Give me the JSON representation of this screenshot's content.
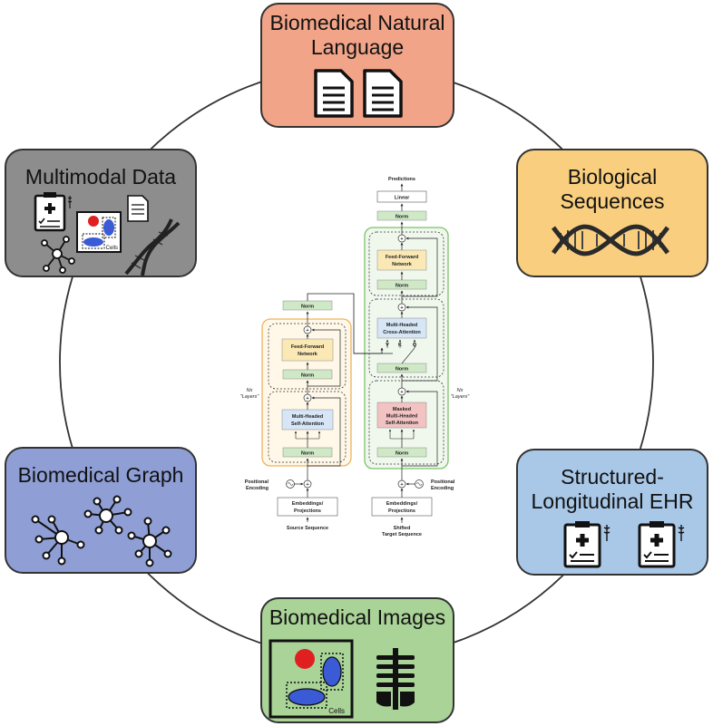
{
  "modalities": {
    "natural_language": {
      "title_line1": "Biomedical Natural",
      "title_line2": "Language",
      "color": "#f2a488"
    },
    "sequences": {
      "title_line1": "Biological",
      "title_line2": "Sequences",
      "color": "#f9cf7f"
    },
    "ehr": {
      "title_line1": "Structured-",
      "title_line2": "Longitudinal EHR",
      "color": "#a9c8e8"
    },
    "images": {
      "title": "Biomedical Images",
      "cells_label": "Cells",
      "color": "#a9d397"
    },
    "graph": {
      "title": "Biomedical Graph",
      "color": "#8f9fd6"
    },
    "multimodal": {
      "title": "Multimodal Data",
      "cells_label": "Cells",
      "color": "#8d8d8d"
    }
  },
  "transformer": {
    "predictions": "Predictions",
    "linear": "Linear",
    "norm": "Norm",
    "ffn_line1": "Feed-Forward",
    "ffn_line2": "Network",
    "cross_line1": "Multi-Headed",
    "cross_line2": "Cross-Attention",
    "masked_line1": "Masked",
    "masked_line2": "Multi-Headed",
    "masked_line3": "Self-Attention",
    "self_line1": "Multi-Headed",
    "self_line2": "Self-Attention",
    "emb_line1": "Embeddings/",
    "emb_line2": "Projections",
    "source": "Source Sequence",
    "target_line1": "Shifted",
    "target_line2": "Target Sequence",
    "pos_line1": "Positional",
    "pos_line2": "Encoding",
    "layers_line1": "Nx",
    "layers_line2": "\"Layers\"",
    "v": "V",
    "k": "K",
    "q": "Q"
  }
}
